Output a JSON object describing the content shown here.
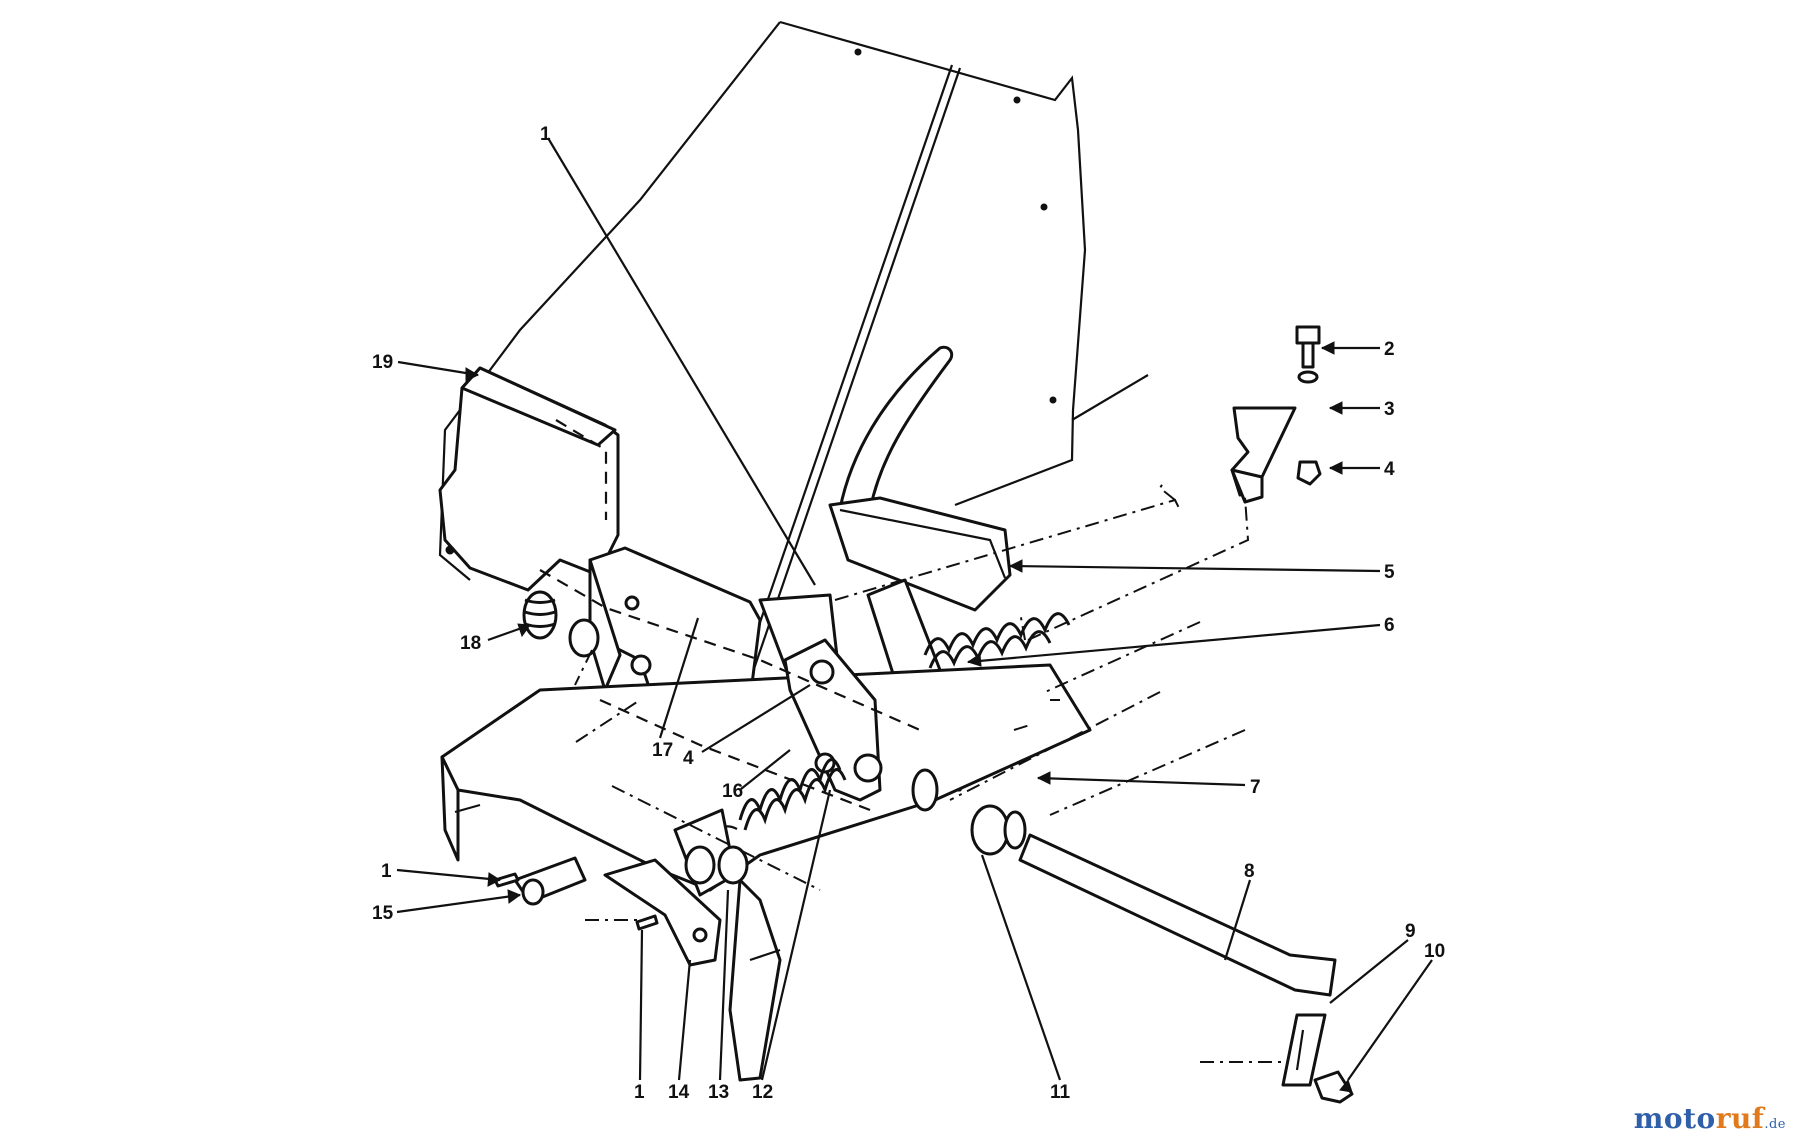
{
  "callouts": [
    {
      "id": "1a",
      "text": "1"
    },
    {
      "id": "19",
      "text": "19"
    },
    {
      "id": "2",
      "text": "2"
    },
    {
      "id": "3",
      "text": "3"
    },
    {
      "id": "4a",
      "text": "4"
    },
    {
      "id": "5",
      "text": "5"
    },
    {
      "id": "6",
      "text": "6"
    },
    {
      "id": "18",
      "text": "18"
    },
    {
      "id": "17",
      "text": "17"
    },
    {
      "id": "4b",
      "text": "4"
    },
    {
      "id": "16",
      "text": "16"
    },
    {
      "id": "7",
      "text": "7"
    },
    {
      "id": "1b",
      "text": "1"
    },
    {
      "id": "15",
      "text": "15"
    },
    {
      "id": "8",
      "text": "8"
    },
    {
      "id": "9",
      "text": "9"
    },
    {
      "id": "10",
      "text": "10"
    },
    {
      "id": "1c",
      "text": "1"
    },
    {
      "id": "14",
      "text": "14"
    },
    {
      "id": "13",
      "text": "13"
    },
    {
      "id": "12",
      "text": "12"
    },
    {
      "id": "11",
      "text": "11"
    }
  ],
  "watermark": {
    "main_a": "moto",
    "main_b": "ruf",
    "suffix": ".de"
  }
}
